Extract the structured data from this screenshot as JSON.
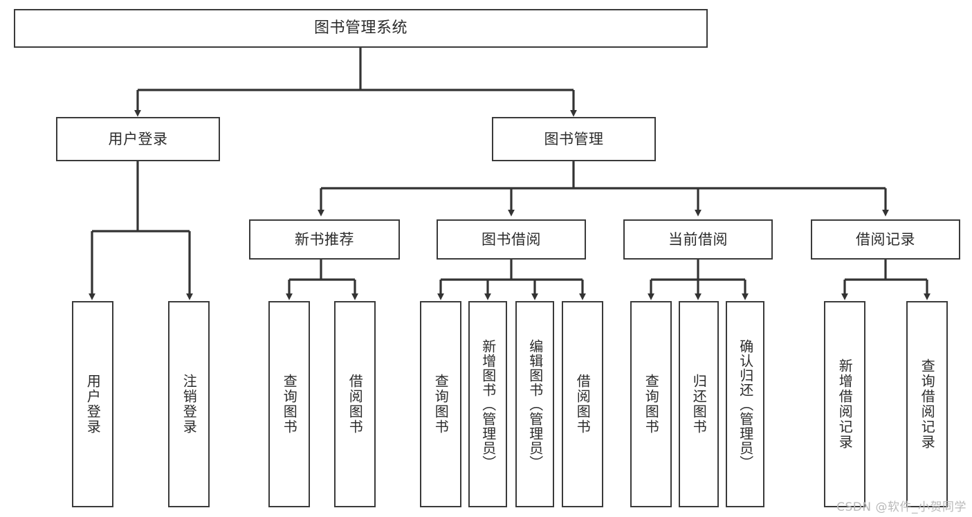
{
  "diagram": {
    "title": "图书管理系统",
    "type": "tree-hierarchy-diagram",
    "watermark": "CSDN @软件_小贺同学",
    "colors": {
      "box_border": "#3a3a3a",
      "box_fill": "#ffffff",
      "connector": "#333333",
      "text": "#2b2b2b",
      "watermark": "#b9b9b9",
      "background": "#ffffff"
    },
    "root": {
      "label": "图书管理系统"
    },
    "level2": [
      {
        "id": "user-login",
        "label": "用户登录"
      },
      {
        "id": "book-management",
        "label": "图书管理"
      }
    ],
    "level3": [
      {
        "id": "new-book-recommend",
        "label": "新书推荐",
        "parent": "book-management"
      },
      {
        "id": "book-borrow",
        "label": "图书借阅",
        "parent": "book-management"
      },
      {
        "id": "current-borrow",
        "label": "当前借阅",
        "parent": "book-management"
      },
      {
        "id": "borrow-record",
        "label": "借阅记录",
        "parent": "book-management"
      }
    ],
    "leaves": [
      {
        "id": "leaf-user-login",
        "label": "用户登录",
        "parent": "user-login"
      },
      {
        "id": "leaf-logout-login",
        "label": "注销登录",
        "parent": "user-login"
      },
      {
        "id": "leaf-query-book-1",
        "label": "查询图书",
        "parent": "new-book-recommend"
      },
      {
        "id": "leaf-borrow-book-1",
        "label": "借阅图书",
        "parent": "new-book-recommend"
      },
      {
        "id": "leaf-query-book-2",
        "label": "查询图书",
        "parent": "book-borrow"
      },
      {
        "id": "leaf-add-book-admin",
        "label": "新增图书（管理员）",
        "parent": "book-borrow"
      },
      {
        "id": "leaf-edit-book-admin",
        "label": "编辑图书（管理员）",
        "parent": "book-borrow"
      },
      {
        "id": "leaf-borrow-book-2",
        "label": "借阅图书",
        "parent": "book-borrow"
      },
      {
        "id": "leaf-query-book-3",
        "label": "查询图书",
        "parent": "current-borrow"
      },
      {
        "id": "leaf-return-book",
        "label": "归还图书",
        "parent": "current-borrow"
      },
      {
        "id": "leaf-confirm-return-admin",
        "label": "确认归还（管理员）",
        "parent": "current-borrow"
      },
      {
        "id": "leaf-add-borrow-record",
        "label": "新增借阅记录",
        "parent": "borrow-record"
      },
      {
        "id": "leaf-query-borrow-record",
        "label": "查询借阅记录",
        "parent": "borrow-record"
      }
    ]
  }
}
